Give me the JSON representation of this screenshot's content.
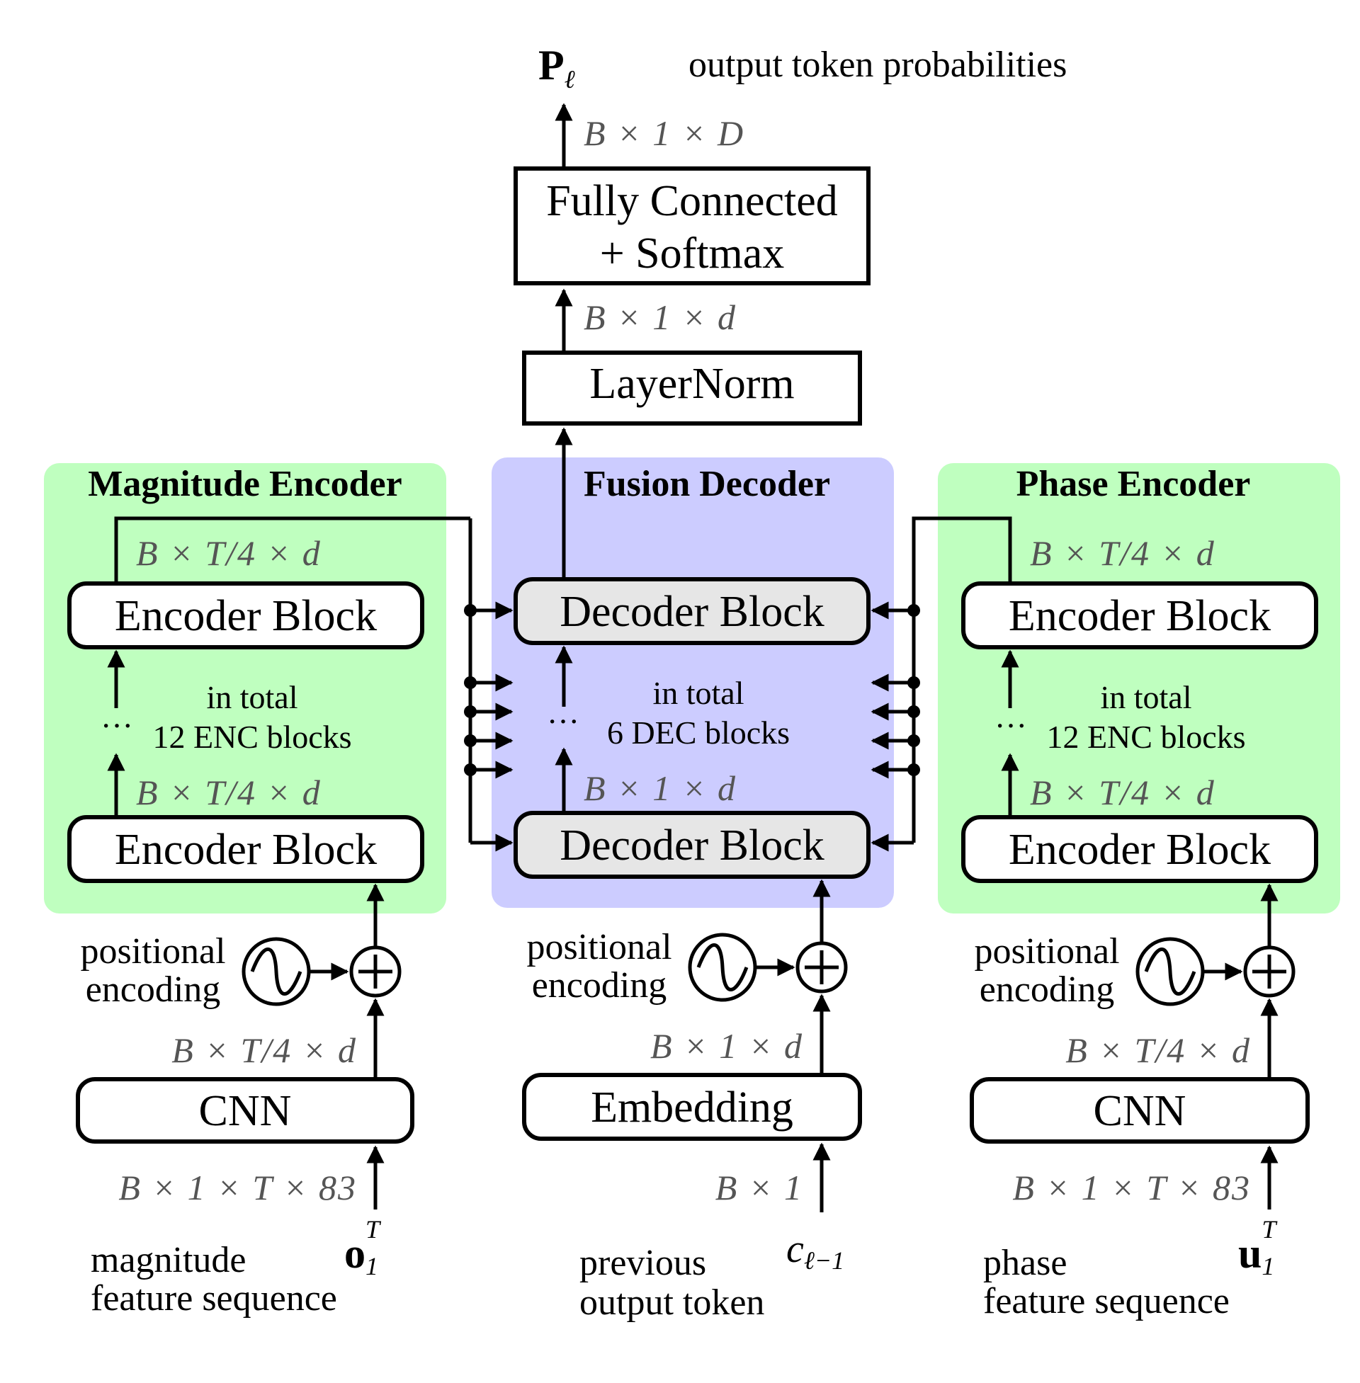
{
  "output": {
    "symbol": "P",
    "symbol_sub": "ℓ",
    "label": "output token probabilities",
    "dim_fc_out": "B × 1 × D"
  },
  "fc": {
    "line1": "Fully Connected",
    "line2": "+ Softmax"
  },
  "dim_ln_out": "B × 1 × d",
  "layernorm": {
    "label": "LayerNorm"
  },
  "magnitude_encoder": {
    "title": "Magnitude Encoder",
    "block_top": "Encoder Block",
    "block_bottom": "Encoder Block",
    "dim_top": "B × T/4 × d",
    "dim_mid": "B × T/4 × d",
    "note_line1": "in  total",
    "note_line2": "12  ENC  blocks",
    "ellipsis": "···"
  },
  "fusion_decoder": {
    "title": "Fusion Decoder",
    "block_top": "Decoder Block",
    "block_bottom": "Decoder Block",
    "dim_mid": "B × 1 × d",
    "note_line1": "in  total",
    "note_line2": "6  DEC  blocks",
    "ellipsis": "···"
  },
  "phase_encoder": {
    "title": "Phase Encoder",
    "block_top": "Encoder Block",
    "block_bottom": "Encoder Block",
    "dim_top": "B × T/4 × d",
    "dim_mid": "B × T/4 × d",
    "note_line1": "in  total",
    "note_line2": "12  ENC  blocks",
    "ellipsis": "···"
  },
  "left_input": {
    "pos_line1": "positional",
    "pos_line2": "encoding",
    "dim_cnn_out": "B × T/4 × d",
    "cnn": "CNN",
    "dim_in": "B × 1 × T × 83",
    "symbol": "o",
    "symbol_sub": "1",
    "symbol_sup": "T",
    "caption_line1": "magnitude",
    "caption_line2": "feature  sequence"
  },
  "mid_input": {
    "pos_line1": "positional",
    "pos_line2": "encoding",
    "dim_emb_out": "B × 1 × d",
    "embedding": "Embedding",
    "dim_in": "B × 1",
    "symbol": "c",
    "symbol_sub": "ℓ−1",
    "caption_line1": "previous",
    "caption_line2": "output  token"
  },
  "right_input": {
    "pos_line1": "positional",
    "pos_line2": "encoding",
    "dim_cnn_out": "B × T/4 × d",
    "cnn": "CNN",
    "dim_in": "B × 1 × T × 83",
    "symbol": "u",
    "symbol_sub": "1",
    "symbol_sup": "T",
    "caption_line1": "phase",
    "caption_line2": "feature  sequence"
  },
  "colors": {
    "encoder_panel": "#bfffbf",
    "decoder_panel": "#ccccff",
    "decoder_block_fill": "#e6e6e6",
    "dimension_text": "#555555",
    "stroke": "#000000"
  }
}
